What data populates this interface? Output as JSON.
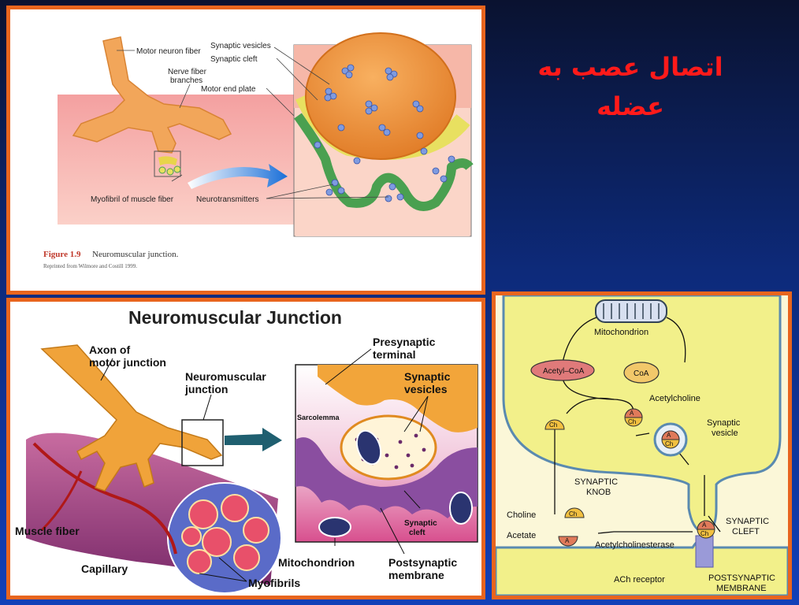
{
  "slide": {
    "title": "اتصال عصب به عضله",
    "colors": {
      "border": "#e8651e",
      "title": "#ff1a1a",
      "background": "#0d2a7a"
    }
  },
  "panel_top": {
    "labels": {
      "motor_neuron_fiber": "Motor neuron fiber",
      "nerve_fiber_branches_1": "Nerve fiber",
      "nerve_fiber_branches_2": "branches",
      "synaptic_vesicles": "Synaptic vesicles",
      "synaptic_cleft": "Synaptic cleft",
      "motor_end_plate": "Motor end plate",
      "myofibril": "Myofibril of muscle fiber",
      "neurotransmitters": "Neurotransmitters"
    },
    "caption": {
      "figure": "Figure 1.9",
      "title": "Neuromuscular junction.",
      "credit": "Reprinted from Wilmore and Costill 1999."
    }
  },
  "panel_bottom_left": {
    "title": "Neuromuscular Junction",
    "labels": {
      "axon_1": "Axon of",
      "axon_2": "motor junction",
      "nmj_1": "Neuromuscular",
      "nmj_2": "junction",
      "presynaptic_1": "Presynaptic",
      "presynaptic_2": "terminal",
      "vesicles_1": "Synaptic",
      "vesicles_2": "vesicles",
      "sarcolemma": "Sarcolemma",
      "muscle_fiber": "Muscle fiber",
      "capillary": "Capillary",
      "mitochondrion": "Mitochondrion",
      "myofibrils": "Myofibrils",
      "synaptic_cleft_1": "Synaptic",
      "synaptic_cleft_2": "cleft",
      "postsynaptic_1": "Postsynaptic",
      "postsynaptic_2": "membrane"
    }
  },
  "panel_bottom_right": {
    "labels": {
      "mitochondrion": "Mitochondrion",
      "acetyl_coa": "Acetyl–CoA",
      "coa": "CoA",
      "acetylcholine": "Acetylcholine",
      "synaptic_vesicle_1": "Synaptic",
      "synaptic_vesicle_2": "vesicle",
      "ch": "Ch",
      "a": "A",
      "synaptic_knob_1": "SYNAPTIC",
      "synaptic_knob_2": "KNOB",
      "choline": "Choline",
      "acetate": "Acetate",
      "acetylcholinesterase": "Acetylcholinesterase",
      "synaptic_cleft_1": "SYNAPTIC",
      "synaptic_cleft_2": "CLEFT",
      "ach_receptor": "ACh receptor",
      "postsynaptic_1": "POSTSYNAPTIC",
      "postsynaptic_2": "MEMBRANE"
    }
  }
}
